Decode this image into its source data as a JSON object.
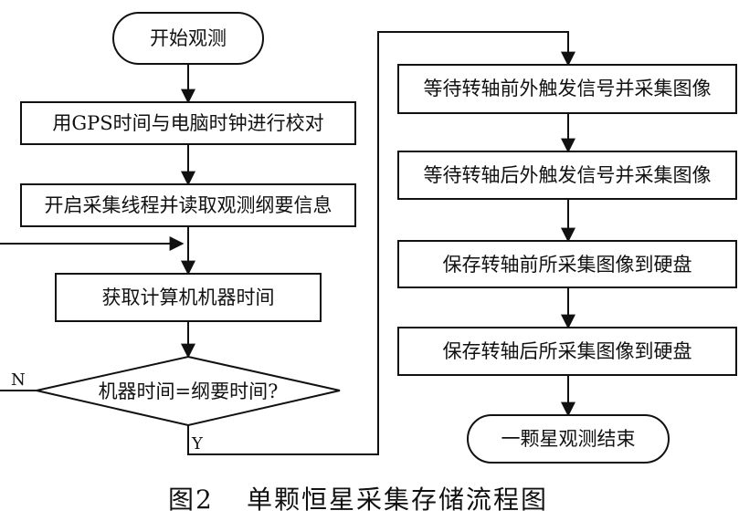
{
  "nodes": {
    "start": "开始观测",
    "gps_sync": "用GPS时间与电脑时钟进行校对",
    "start_thread": "开启采集线程并读取观测纲要信息",
    "get_time": "获取计算机机器时间",
    "decision": "机器时间=纲要时间?",
    "wait_front": "等待转轴前外触发信号并采集图像",
    "wait_back": "等待转轴后外触发信号并采集图像",
    "save_front": "保存转轴前所采集图像到硬盘",
    "save_back": "保存转轴后所采集图像到硬盘",
    "end": "一颗星观测结束"
  },
  "labels": {
    "no": "N",
    "yes": "Y"
  },
  "caption": {
    "figure_number": "图2",
    "title": "单颗恒星采集存储流程图"
  },
  "colors": {
    "line": "#111111",
    "background": "#ffffff"
  }
}
